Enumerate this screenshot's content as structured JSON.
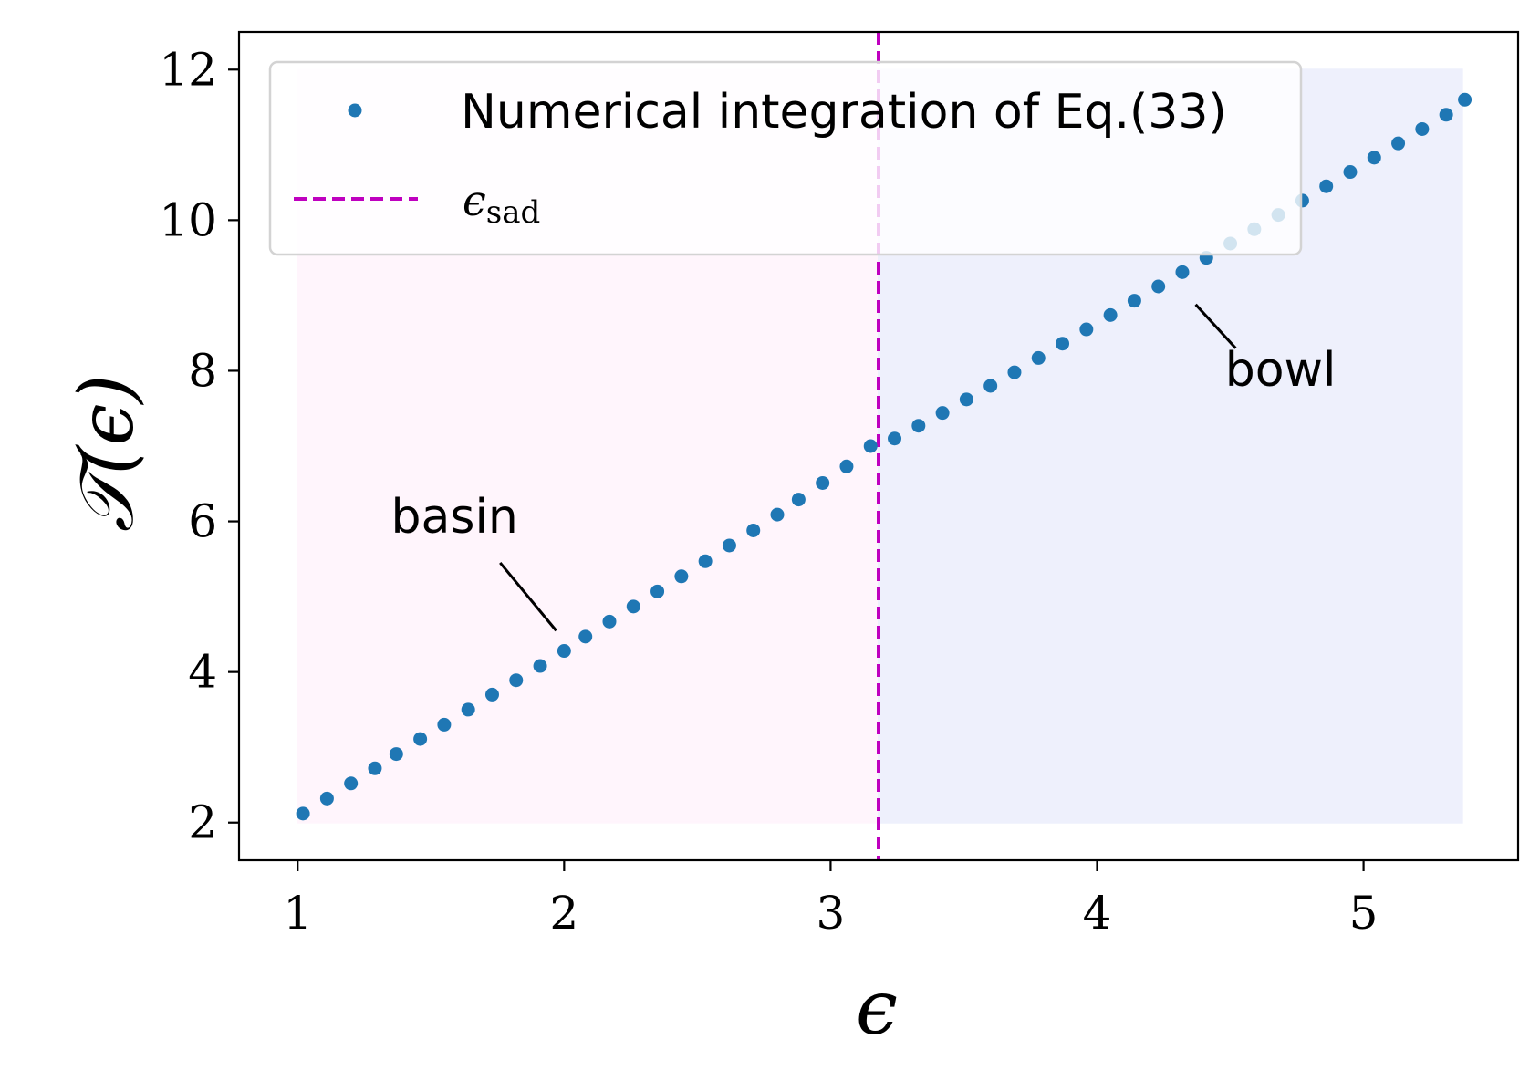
{
  "chart_data": {
    "type": "scatter",
    "xlabel": "ϵ",
    "ylabel": "𝒯(ϵ)",
    "xlim": [
      0.78,
      5.58
    ],
    "ylim": [
      1.5,
      12.5
    ],
    "xticks": [
      1,
      2,
      3,
      4,
      5
    ],
    "yticks": [
      2,
      4,
      6,
      8,
      10,
      12
    ],
    "grid": false,
    "legend_position": "top-left",
    "colors": {
      "points": "#1f77b4",
      "sad_line": "#bf00bf",
      "basin_region": "#fff5fc",
      "bowl_region": "#eef0fc"
    },
    "series": [
      {
        "name": "Numerical integration of Eq.(33)",
        "x": [
          1.02,
          1.11,
          1.2,
          1.29,
          1.37,
          1.46,
          1.55,
          1.64,
          1.73,
          1.82,
          1.91,
          2.0,
          2.08,
          2.17,
          2.26,
          2.35,
          2.44,
          2.53,
          2.62,
          2.71,
          2.8,
          2.88,
          2.97,
          3.06,
          3.15,
          3.24,
          3.33,
          3.42,
          3.51,
          3.6,
          3.69,
          3.78,
          3.87,
          3.96,
          4.05,
          4.14,
          4.23,
          4.32,
          4.41,
          4.5,
          4.59,
          4.68,
          4.77,
          4.86,
          4.95,
          5.04,
          5.13,
          5.22,
          5.31,
          5.38
        ],
        "y": [
          2.12,
          2.32,
          2.52,
          2.72,
          2.91,
          3.11,
          3.3,
          3.5,
          3.7,
          3.89,
          4.08,
          4.28,
          4.47,
          4.67,
          4.87,
          5.07,
          5.27,
          5.47,
          5.68,
          5.88,
          6.09,
          6.29,
          6.51,
          6.73,
          7.0,
          7.1,
          7.27,
          7.44,
          7.62,
          7.8,
          7.98,
          8.17,
          8.36,
          8.55,
          8.74,
          8.93,
          9.12,
          9.31,
          9.5,
          9.69,
          9.88,
          10.07,
          10.26,
          10.45,
          10.64,
          10.83,
          11.02,
          11.21,
          11.4,
          11.6
        ]
      }
    ],
    "vline": {
      "name": "ϵ_sad",
      "x": 3.18
    },
    "regions": [
      {
        "name": "basin",
        "x": [
          1.0,
          3.18
        ],
        "y": [
          2.0,
          12.0
        ]
      },
      {
        "name": "bowl",
        "x": [
          3.18,
          5.37
        ],
        "y": [
          2.0,
          12.0
        ]
      }
    ],
    "annotations": [
      {
        "text": "basin",
        "x": 1.35,
        "y": 5.85,
        "pointer_from": [
          1.76,
          5.45
        ],
        "pointer_to": [
          1.97,
          4.55
        ]
      },
      {
        "text": "bowl",
        "x": 4.48,
        "y": 7.8,
        "pointer_from": [
          4.52,
          8.3
        ],
        "pointer_to": [
          4.37,
          8.88
        ]
      }
    ],
    "legend": [
      {
        "label": "Numerical integration of Eq.(33)",
        "marker": "dot"
      },
      {
        "label_base": "ϵ",
        "label_sub": "sad",
        "marker": "dashed-line"
      }
    ]
  }
}
